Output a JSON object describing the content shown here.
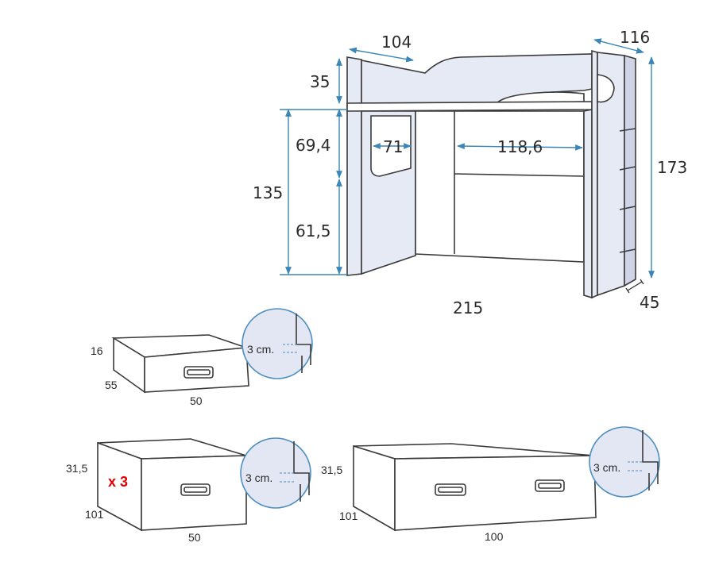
{
  "bed": {
    "depth": "104",
    "side_depth": "116",
    "top_height": "35",
    "under_height": "135",
    "upper_opening": "69,4",
    "lower_opening": "61,5",
    "total_height": "173",
    "side_width": "71",
    "desk_width": "118,6",
    "total_length": "215",
    "ladder_width": "45"
  },
  "small_drawer": {
    "height": "16",
    "depth": "55",
    "width": "50",
    "detail_label": "3 cm."
  },
  "tall_drawer": {
    "height": "31,5",
    "depth": "101",
    "width": "50",
    "quantity": "x 3",
    "detail_label": "3 cm."
  },
  "wide_drawer": {
    "height": "31,5",
    "depth": "101",
    "width": "100",
    "detail_label": "3 cm."
  },
  "colors": {
    "dimension_arrow": "#3b86b6",
    "panel_fill": "#e6eaf5",
    "quantity_text": "#e00000"
  }
}
